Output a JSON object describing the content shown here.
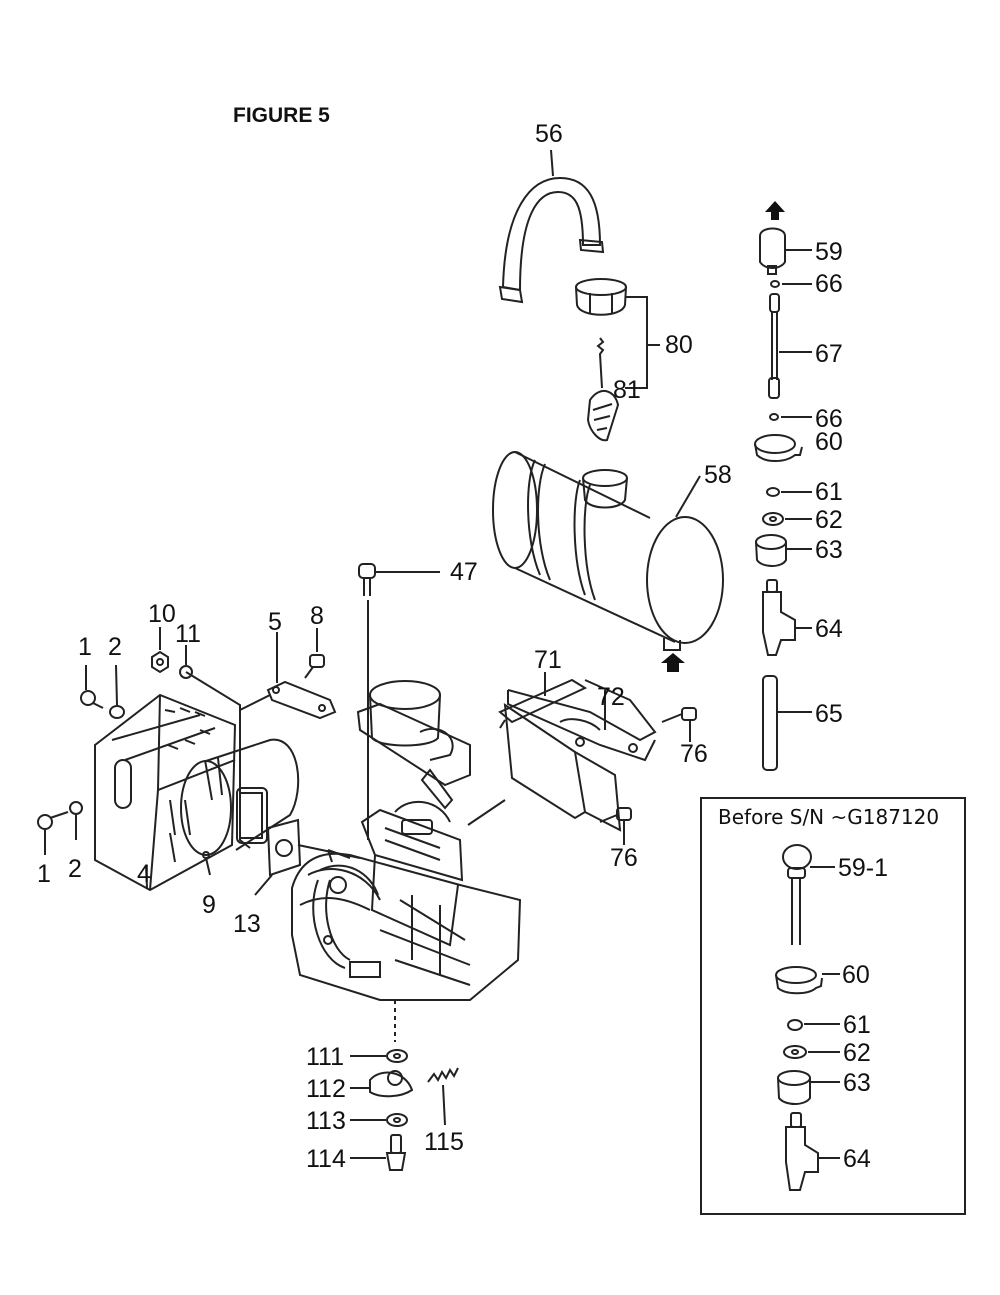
{
  "title": "FIGURE 5",
  "inset": {
    "title": "Before S/N ~G187120"
  },
  "labels": {
    "p1a": "1",
    "p2a": "2",
    "p1b": "1",
    "p2b": "2",
    "p4": "4",
    "p9": "9",
    "p10": "10",
    "p11": "11",
    "p5": "5",
    "p8": "8",
    "p13": "13",
    "p47": "47",
    "p56": "56",
    "p80": "80",
    "p81": "81",
    "p58": "58",
    "p59": "59",
    "p66a": "66",
    "p67": "67",
    "p66b": "66",
    "p60": "60",
    "p61": "61",
    "p62": "62",
    "p63": "63",
    "p64": "64",
    "p65": "65",
    "p71": "71",
    "p72": "72",
    "p76a": "76",
    "p76b": "76",
    "p111": "111",
    "p112": "112",
    "p113": "113",
    "p114": "114",
    "p115": "115",
    "i591": "59-1",
    "i60": "60",
    "i61": "61",
    "i62": "62",
    "i63": "63",
    "i64": "64"
  }
}
